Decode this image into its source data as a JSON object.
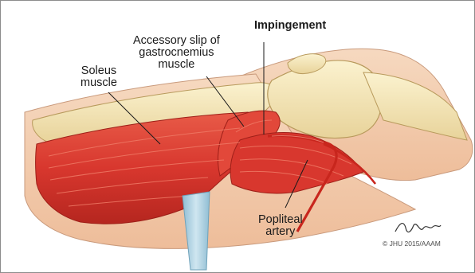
{
  "labels": {
    "impingement": "Impingement",
    "accessory_slip": [
      "Accessory slip of",
      "gastrocnemius",
      "muscle"
    ],
    "soleus": [
      "Soleus",
      "muscle"
    ],
    "popliteal": [
      "Popliteal",
      "artery"
    ]
  },
  "credit": "© JHU 2015/AAAM",
  "colors": {
    "muscle": "#d93a33",
    "muscle_dark": "#b82820",
    "muscle_light": "#ee6a55",
    "skin": "#f3d0b4",
    "bone": "#f4e6b5",
    "artery": "#c8261d",
    "tendon_blue": "#a9cfe0"
  }
}
